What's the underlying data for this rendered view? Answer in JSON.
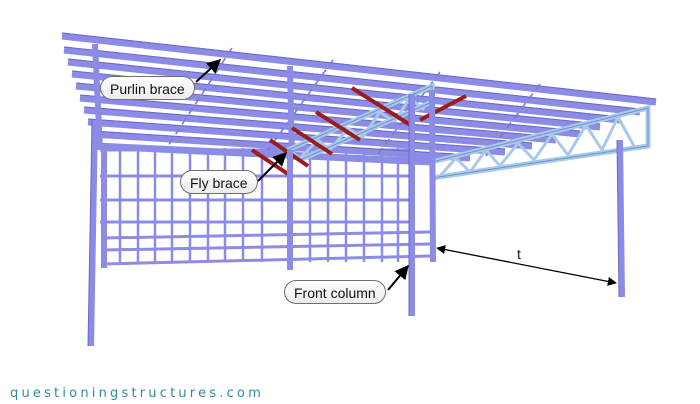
{
  "labels": {
    "purlin_brace": "Purlin brace",
    "fly_brace": "Fly brace",
    "front_column": "Front column",
    "dimension": "t"
  },
  "footer": {
    "site": "questioningstructures.com"
  },
  "colors": {
    "steel": "#8c8ce6",
    "steel_edge": "#6a6ac4",
    "truss": "#a9c8ec",
    "truss_edge": "#6d95c7",
    "brace": "#9b1c1c",
    "arrow": "#000000",
    "footer_text": "#2d8aa6"
  }
}
